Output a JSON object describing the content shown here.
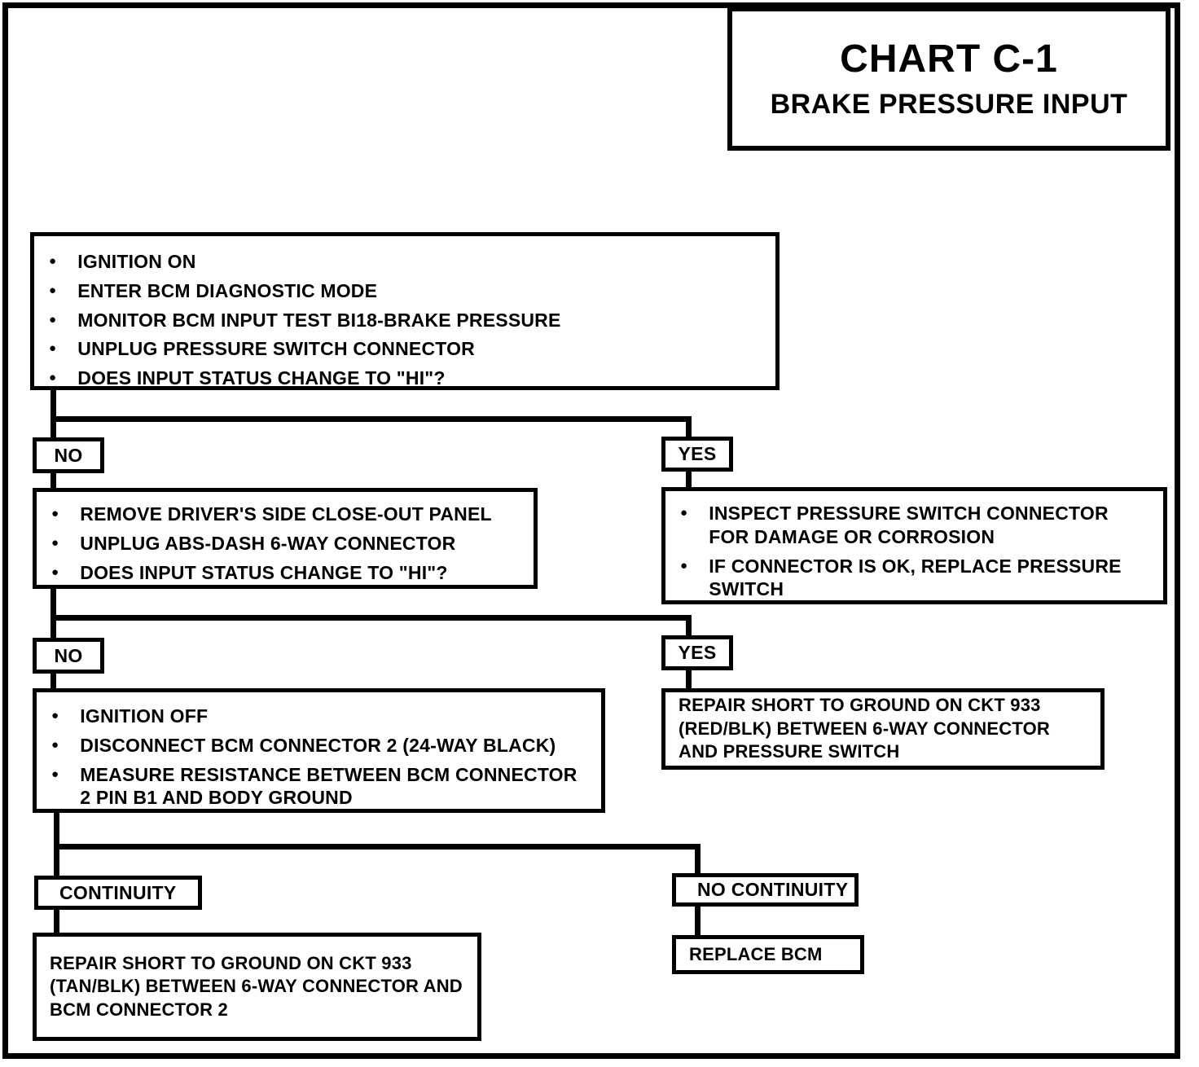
{
  "colors": {
    "ink": "#000000",
    "paper": "#ffffff"
  },
  "title": {
    "chart": "CHART C-1",
    "subtitle": "BRAKE PRESSURE INPUT"
  },
  "nodes": {
    "step1": {
      "bullets": [
        "IGNITION ON",
        "ENTER BCM DIAGNOSTIC MODE",
        "MONITOR BCM INPUT TEST BI18-BRAKE PRESSURE",
        "UNPLUG PRESSURE SWITCH CONNECTOR",
        "DOES INPUT STATUS CHANGE TO \"HI\"?"
      ]
    },
    "no1": {
      "label": "NO"
    },
    "yes1": {
      "label": "YES"
    },
    "step2": {
      "bullets": [
        "REMOVE DRIVER'S SIDE CLOSE-OUT PANEL",
        "UNPLUG ABS-DASH 6-WAY CONNECTOR",
        "DOES INPUT STATUS CHANGE TO \"HI\"?"
      ]
    },
    "inspect_switch": {
      "bullets": [
        "INSPECT PRESSURE SWITCH CONNECTOR FOR DAMAGE OR CORROSION",
        "IF CONNECTOR IS OK, REPLACE PRESSURE SWITCH"
      ]
    },
    "no2": {
      "label": "NO"
    },
    "yes2": {
      "label": "YES"
    },
    "step3": {
      "bullets": [
        "IGNITION OFF",
        "DISCONNECT BCM CONNECTOR 2 (24-WAY BLACK)",
        "MEASURE RESISTANCE BETWEEN BCM CONNECTOR 2 PIN B1 AND BODY GROUND"
      ]
    },
    "repair_short_red": {
      "text": "REPAIR SHORT TO GROUND ON CKT 933 (RED/BLK) BETWEEN 6-WAY CONNECTOR AND PRESSURE SWITCH"
    },
    "continuity": {
      "label": "CONTINUITY"
    },
    "no_continuity": {
      "label": "NO CONTINUITY"
    },
    "repair_short_tan": {
      "text": "REPAIR SHORT TO GROUND ON CKT 933 (TAN/BLK) BETWEEN 6-WAY CONNECTOR AND BCM CONNECTOR 2"
    },
    "replace_bcm": {
      "label": "REPLACE BCM"
    }
  }
}
